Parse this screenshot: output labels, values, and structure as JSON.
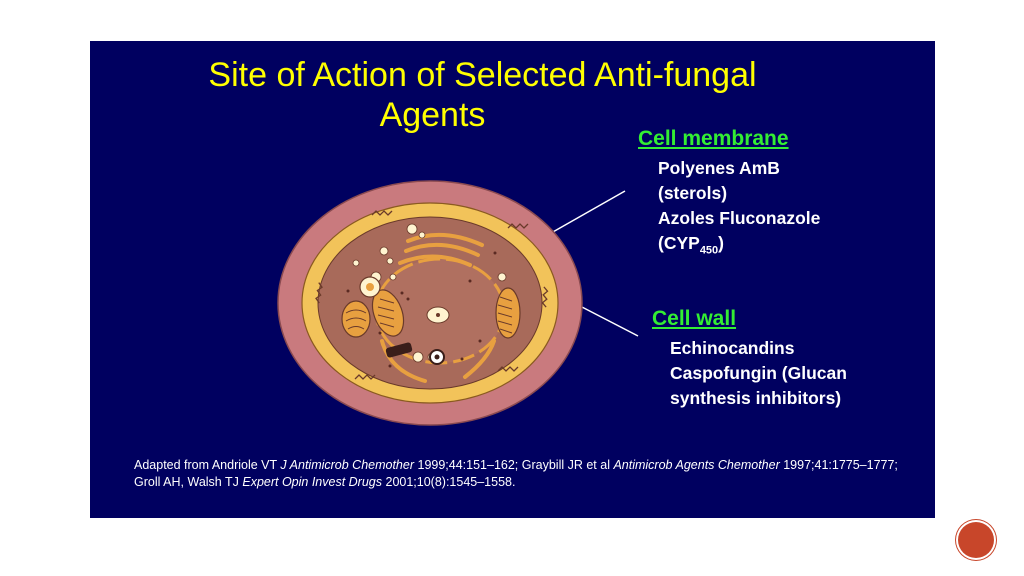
{
  "title": {
    "line1": "Site of Action of Selected Anti-fungal",
    "line2": "Agents"
  },
  "cell_membrane": {
    "heading": "Cell membrane",
    "line1": "Polyenes AmB",
    "line2": "(sterols)",
    "line3": "Azoles Fluconazole",
    "line4_prefix": "(CYP",
    "line4_sub": "450",
    "line4_suffix": ")"
  },
  "cell_wall": {
    "heading": "Cell wall",
    "line1": "Echinocandins",
    "line2": "Caspofungin (Glucan",
    "line3": "synthesis inhibitors)"
  },
  "citation": {
    "p1": "Adapted from Andriole VT ",
    "j1": "J Antimicrob Chemother",
    "p2": " 1999;44:151–162; Graybill JR et al ",
    "j2": "Antimicrob Agents Chemother",
    "p3": " 1997;41:1775–1777; Groll AH, Walsh TJ ",
    "j3": "Expert Opin Invest Drugs",
    "p4": " 2001;10(8):1545–1558."
  },
  "colors": {
    "slide_bg": "#000060",
    "title": "#ffff00",
    "heading": "#33ee33",
    "cell_wall": "#c97a7e",
    "membrane": "#f2c35a",
    "cytoplasm": "#a86a5a",
    "organelle": "#e8a040",
    "badge": "#c8462a"
  },
  "badge": {
    "number": ""
  }
}
